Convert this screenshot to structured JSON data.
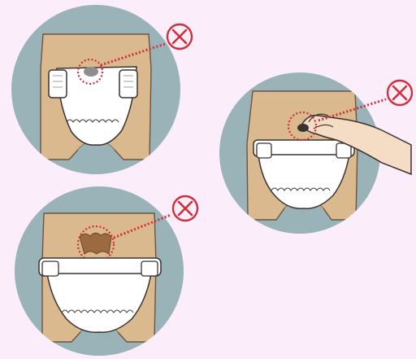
{
  "colors": {
    "background": "#fbeefa",
    "circle": "#9ab3b9",
    "skin": "#dbb98e",
    "skin_stroke": "#6b5540",
    "diaper": "#ffffff",
    "outline": "#3a3330",
    "warning_red": "#cf2e3a",
    "stain_grey": "#8f8d8f",
    "stain_brown": "#9b6a3e"
  },
  "panels": [
    {
      "id": "stain-on-diaper",
      "symbol": "cross-in-circle-icon"
    },
    {
      "id": "scratching-skin",
      "symbol": "cross-in-circle-icon"
    },
    {
      "id": "skin-irritation-at-waist",
      "symbol": "cross-in-circle-icon"
    }
  ]
}
